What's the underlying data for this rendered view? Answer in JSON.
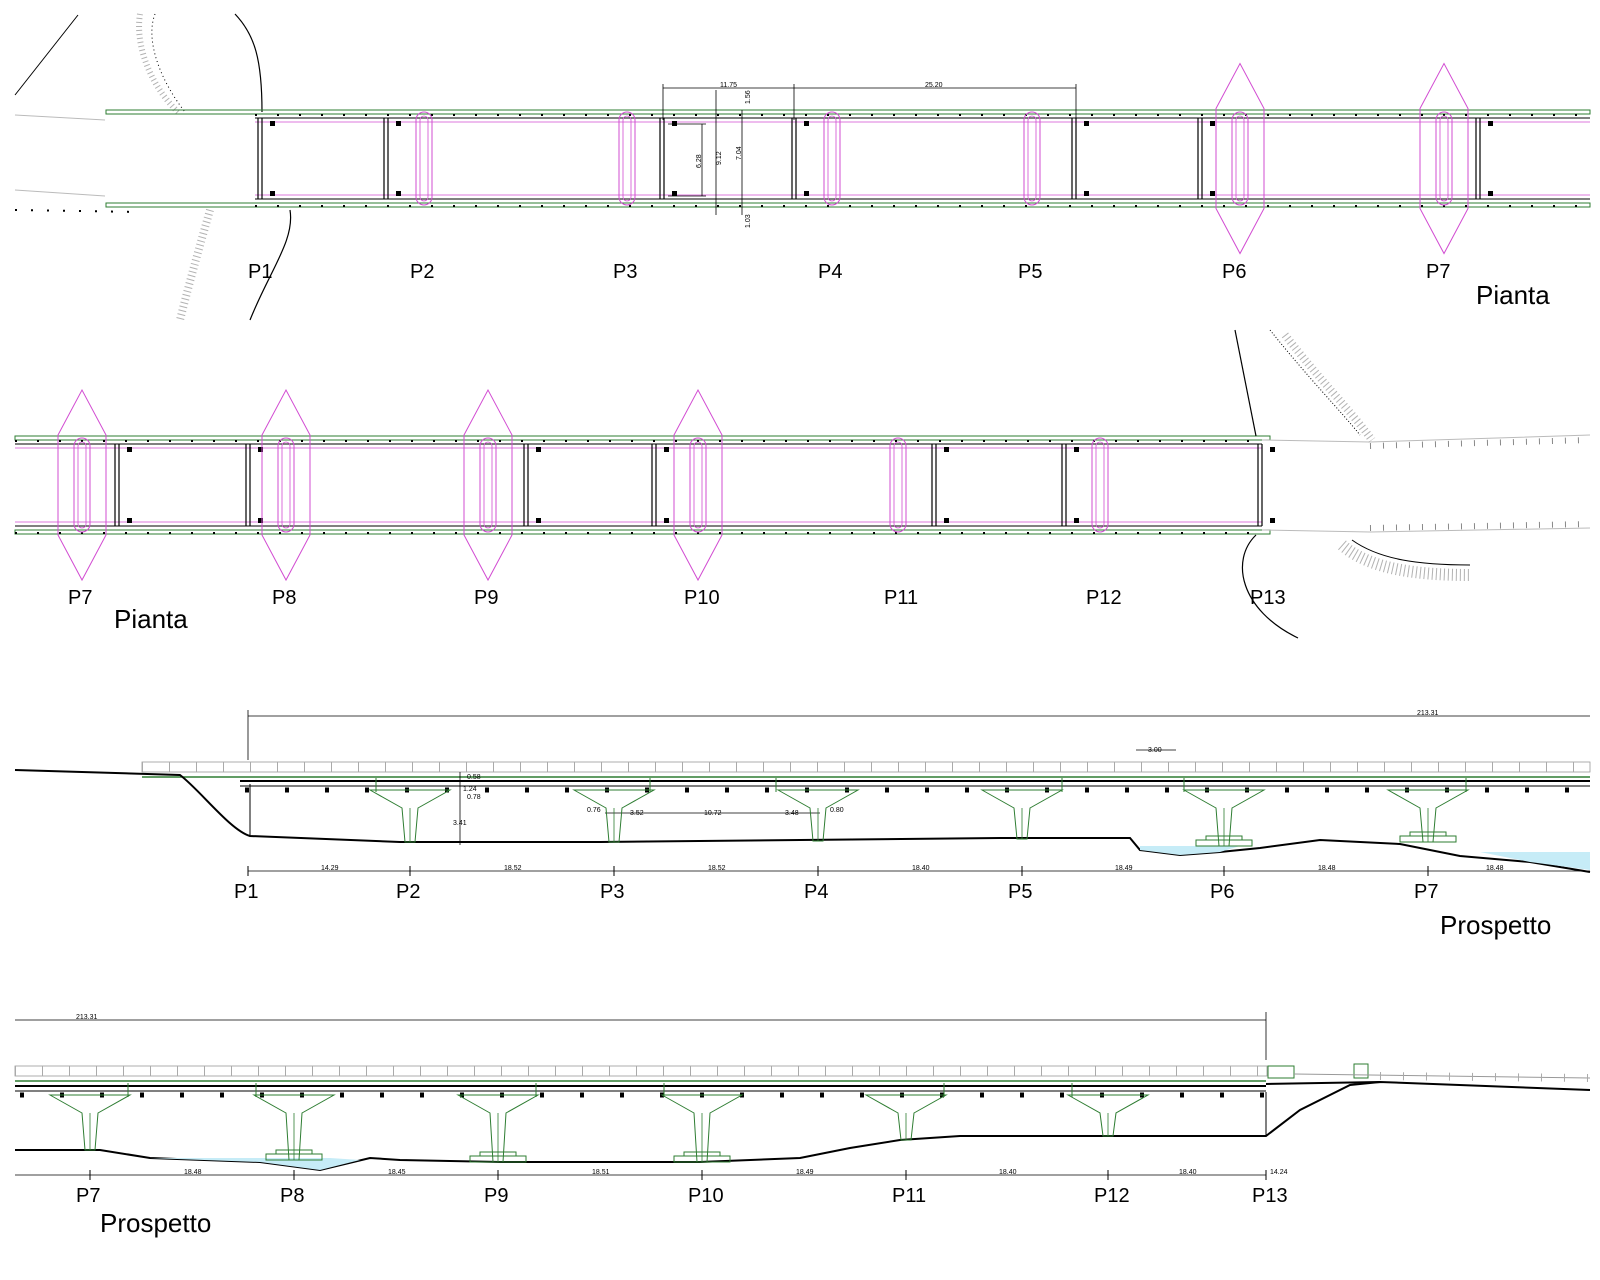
{
  "titles": {
    "plan1": "Pianta",
    "plan2": "Pianta",
    "elev1": "Prospetto",
    "elev2": "Prospetto"
  },
  "plan1_piers": [
    "P1",
    "P2",
    "P3",
    "P4",
    "P5",
    "P6",
    "P7"
  ],
  "plan2_piers": [
    "P7",
    "P8",
    "P9",
    "P10",
    "P11",
    "P12",
    "P13"
  ],
  "elev1_piers": [
    "P1",
    "P2",
    "P3",
    "P4",
    "P5",
    "P6",
    "P7"
  ],
  "elev2_piers": [
    "P7",
    "P8",
    "P9",
    "P10",
    "P11",
    "P12",
    "P13"
  ],
  "plan1_dims": {
    "span_a": "11.75",
    "span_b": "25.20",
    "w1": "1.56",
    "w2": "6.28",
    "w3": "9.12",
    "w4": "7.04",
    "w5": "1.03"
  },
  "elev1_dims": {
    "total": "213.31",
    "rail": "3.00",
    "h1": "0.58",
    "h2": "1.24",
    "h3": "0.78",
    "h4": "3.41",
    "c1": "0.76",
    "c2": "3.52",
    "c3": "10.72",
    "c4": "3.48",
    "c5": "0.80",
    "spans": [
      "14.29",
      "18.52",
      "18.52",
      "18.40",
      "18.49",
      "18.48",
      "18.48"
    ]
  },
  "elev2_dims": {
    "total": "213.31",
    "spans": [
      "18.48",
      "18.45",
      "18.51",
      "18.49",
      "18.40",
      "18.40",
      "14.24"
    ]
  },
  "colors": {
    "line": "#000000",
    "structure": "#2e7d32",
    "pier_outline": "#d24cd2",
    "water": "#c6ecf7",
    "ground": "#888888"
  }
}
